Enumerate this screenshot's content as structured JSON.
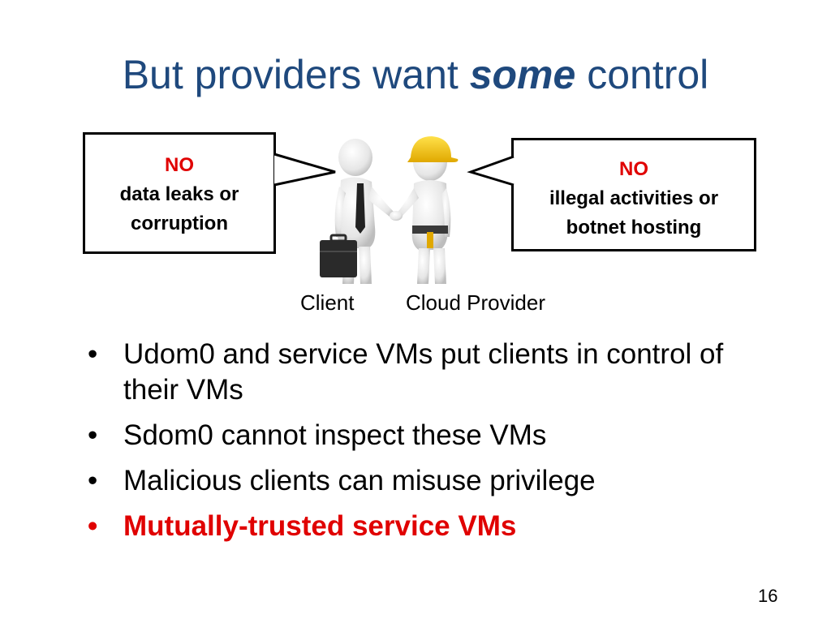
{
  "slide": {
    "title": {
      "before": "But providers want ",
      "emphasis": "some",
      "after": " control"
    },
    "bubbles": {
      "left": {
        "no": "NO",
        "line1": "data leaks or",
        "line2": "corruption"
      },
      "right": {
        "no": "NO",
        "line1": "illegal activities or",
        "line2": "botnet hosting"
      }
    },
    "captions": {
      "client": "Client",
      "provider": "Cloud Provider"
    },
    "bullet_char": "•",
    "bullets": [
      {
        "text": "Udom0 and service VMs put clients in control of their VMs"
      },
      {
        "text": "Sdom0 cannot inspect these VMs"
      },
      {
        "text": "Malicious clients can misuse privilege"
      },
      {
        "text": "Mutually-trusted service VMs"
      }
    ],
    "page_number": "16",
    "colors": {
      "title": "#1F497D",
      "highlight": "#E00000",
      "helmet": "#F5C400"
    }
  }
}
